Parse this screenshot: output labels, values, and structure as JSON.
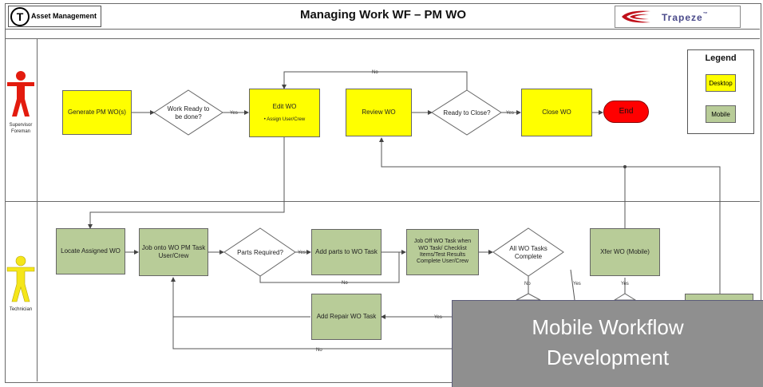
{
  "header": {
    "logo_text": "Asset Management",
    "logo_letter": "T",
    "title": "Managing Work WF – PM WO",
    "brand_text": "Trapeze",
    "brand_tm": "™"
  },
  "lanes": [
    {
      "label_line1": "Supervisor",
      "label_line2": "Foreman"
    },
    {
      "label_line1": "Technician",
      "label_line2": ""
    }
  ],
  "nodes": {
    "generate_pm_wo": "Generate PM WO(s)",
    "work_ready_line1": "Work Ready to",
    "work_ready_line2": "be done?",
    "edit_wo": "Edit WO",
    "assign_user_crew": "Assign User/Crew",
    "review_wo": "Review WO",
    "ready_to_close": "Ready to Close?",
    "close_wo": "Close WO",
    "end": "End",
    "locate_assigned_wo": "Locate Assigned WO",
    "job_onto_wo_pm_task": "Job onto WO PM Task User/Crew",
    "parts_required": "Parts Required?",
    "add_parts_to_wo_task": "Add parts to WO Task",
    "job_off_wo_task": "Job Off WO Task when WO Task/ Checklist Items/Test Results Complete User/Crew",
    "all_wo_tasks_line1": "All WO Tasks",
    "all_wo_tasks_line2": "Complete",
    "xfer_wo": "Xfer WO (Mobile)",
    "add_repair_wo_task": "Add Repair WO Task"
  },
  "edges": {
    "yes": "Yes",
    "no": "No"
  },
  "legend": {
    "title": "Legend",
    "desktop": "Desktop",
    "mobile": "Mobile",
    "desktop_color": "#ffff00",
    "mobile_color": "#b8cc98"
  },
  "overlay": {
    "line1": "Mobile Workflow",
    "line2": "Development"
  }
}
